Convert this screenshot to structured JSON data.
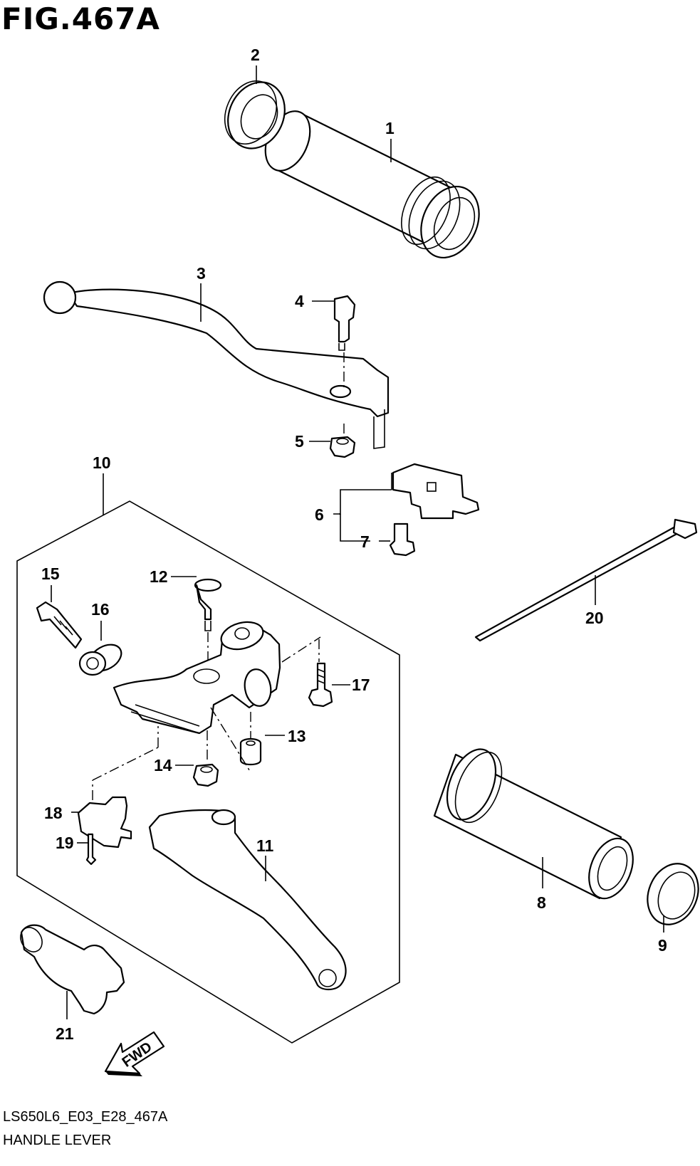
{
  "figure": {
    "title": "FIG.467A",
    "model_code": "LS650L6_E03_E28_467A",
    "name": "HANDLE LEVER",
    "direction_label": "FWD"
  },
  "callouts": [
    "1",
    "2",
    "3",
    "4",
    "5",
    "6",
    "7",
    "8",
    "9",
    "10",
    "11",
    "12",
    "13",
    "14",
    "15",
    "16",
    "17",
    "18",
    "19",
    "20",
    "21"
  ]
}
